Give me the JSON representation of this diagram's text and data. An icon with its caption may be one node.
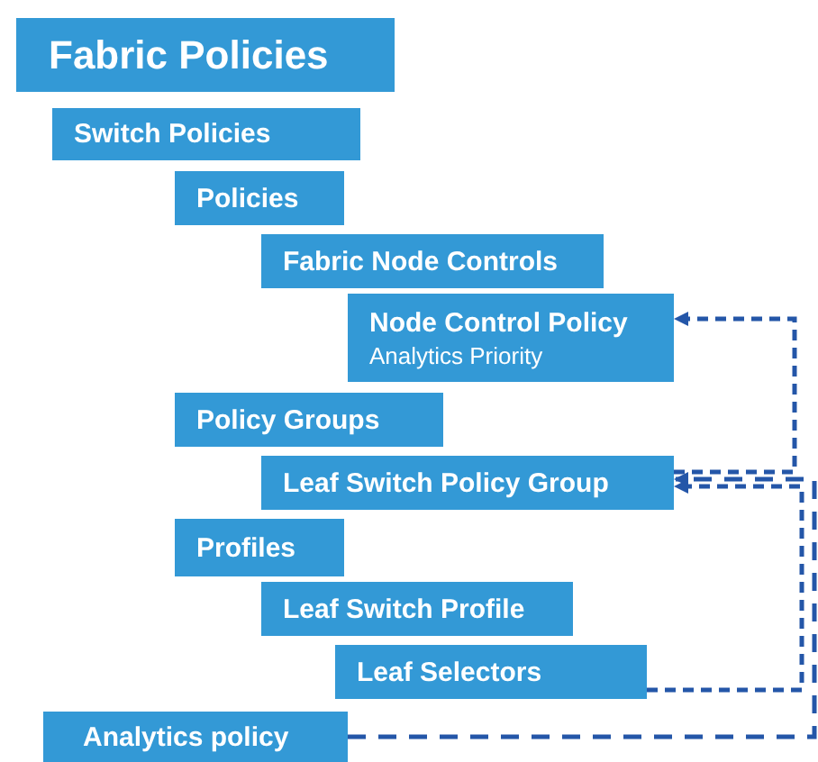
{
  "diagram": {
    "nodes": [
      {
        "text": [
          "Fabric Policies"
        ]
      },
      {
        "text": [
          "Switch Policies"
        ]
      },
      {
        "text": [
          "Policies"
        ]
      },
      {
        "text": [
          "Fabric Node Controls"
        ]
      },
      {
        "text": [
          "Node Control Policy",
          "Analytics Priority"
        ]
      },
      {
        "text": [
          "Policy Groups"
        ]
      },
      {
        "text": [
          "Leaf Switch Policy Group"
        ]
      },
      {
        "text": [
          "Profiles"
        ]
      },
      {
        "text": [
          "Leaf Switch Profile"
        ]
      },
      {
        "text": [
          "Leaf Selectors"
        ]
      },
      {
        "text": [
          "Analytics policy"
        ]
      }
    ],
    "edges": [
      {
        "from": 6,
        "to": 4,
        "arrow": "to",
        "style": "dashed"
      },
      {
        "from": 9,
        "to": 6,
        "arrow": "to",
        "style": "dashed"
      },
      {
        "from": 10,
        "to": 6,
        "arrow": "to",
        "style": "dashed"
      }
    ]
  }
}
